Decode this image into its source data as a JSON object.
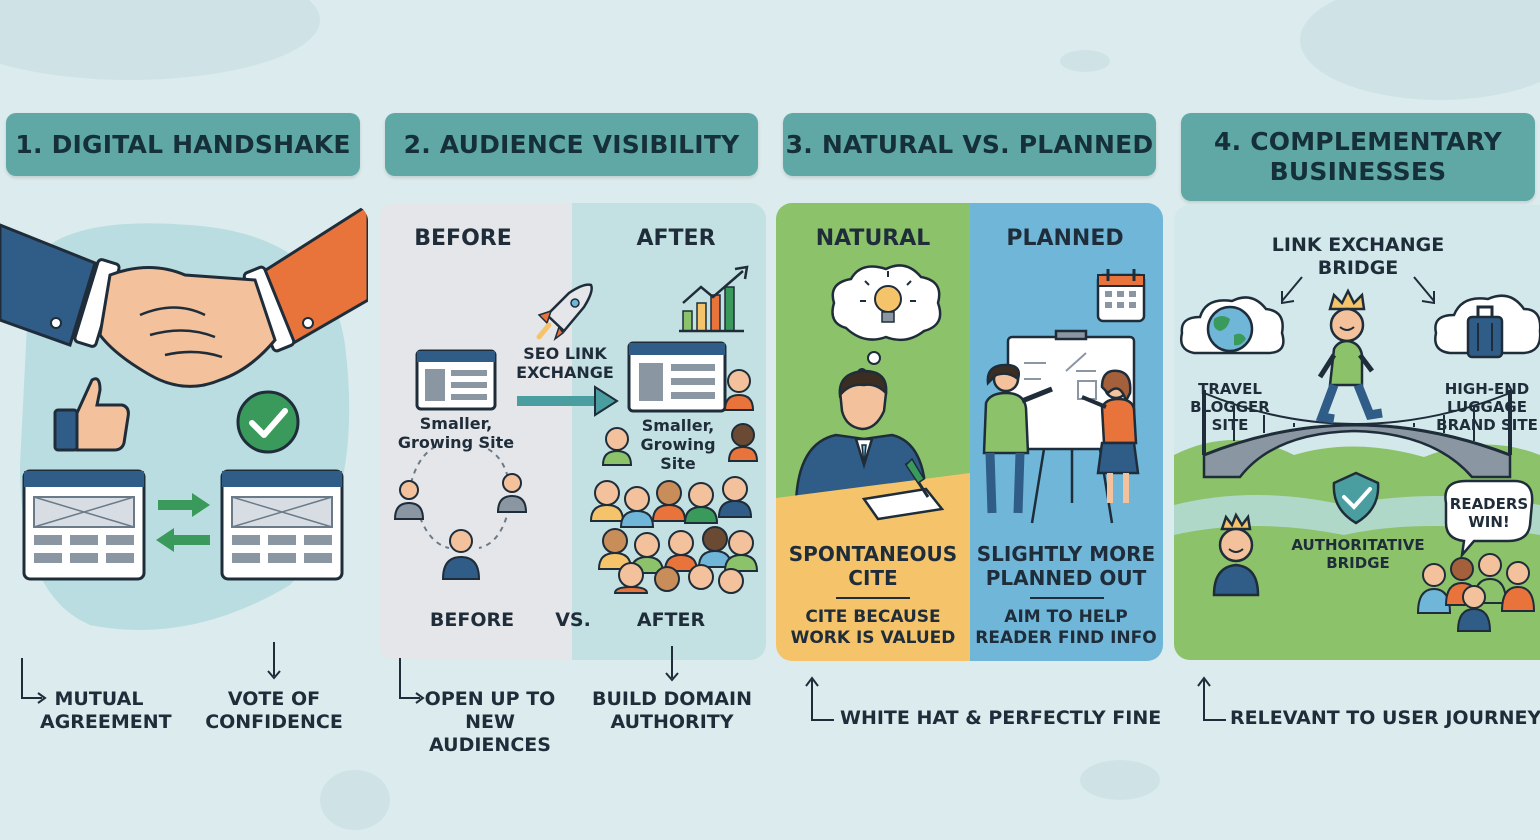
{
  "panels": [
    {
      "title": "1. DIGITAL HANDSHAKE",
      "labels": [
        "MUTUAL\nAGREEMENT",
        "VOTE OF\nCONFIDENCE"
      ]
    },
    {
      "title": "2. AUDIENCE VISIBILITY",
      "before_heading": "BEFORE",
      "after_heading": "AFTER",
      "arrow_label": "SEO LINK\nEXCHANGE",
      "site_label_before": "Smaller,\nGrowing Site",
      "site_label_after": "Smaller,\nGrowing\nSite",
      "bottom_before": "BEFORE",
      "bottom_vs": "VS.",
      "bottom_after": "AFTER",
      "labels": [
        "OPEN UP TO\nNEW AUDIENCES",
        "BUILD DOMAIN\nAUTHORITY"
      ]
    },
    {
      "title": "3. NATURAL VS. PLANNED",
      "natural_heading": "NATURAL",
      "planned_heading": "PLANNED",
      "natural_caption": "SPONTANEOUS\nCITE",
      "natural_sub": "CITE BECAUSE\nWORK IS VALUED",
      "planned_caption": "SLIGHTLY MORE\nPLANNED OUT",
      "planned_sub": "AIM TO HELP\nREADER FIND INFO",
      "label": "WHITE HAT & PERFECTLY FINE"
    },
    {
      "title": "4. COMPLEMENTARY\nBUSINESSES",
      "bridge_label": "LINK EXCHANGE\nBRIDGE",
      "left_site": "TRAVEL\nBLOGGER\nSITE",
      "right_site": "HIGH-END\nLUGGAGE\nBRAND SITE",
      "shield_label": "AUTHORITATIVE\nBRIDGE",
      "bubble": "READERS\nWIN!",
      "label": "RELEVANT TO USER JOURNEY"
    }
  ],
  "colors": {
    "background": "#dcebed",
    "title_teal": "#5fa8a6",
    "natural_green": "#8cc26a",
    "natural_orange": "#f5c46a",
    "planned_blue": "#6fb6d9",
    "check_green": "#3a9a5c"
  },
  "icons": [
    "handshake-icon",
    "thumbs-up-icon",
    "check-circle-icon",
    "rocket-icon",
    "growth-chart-icon",
    "lightbulb-icon",
    "calendar-icon",
    "globe-icon",
    "luggage-icon",
    "shield-check-icon",
    "crown-icon"
  ]
}
